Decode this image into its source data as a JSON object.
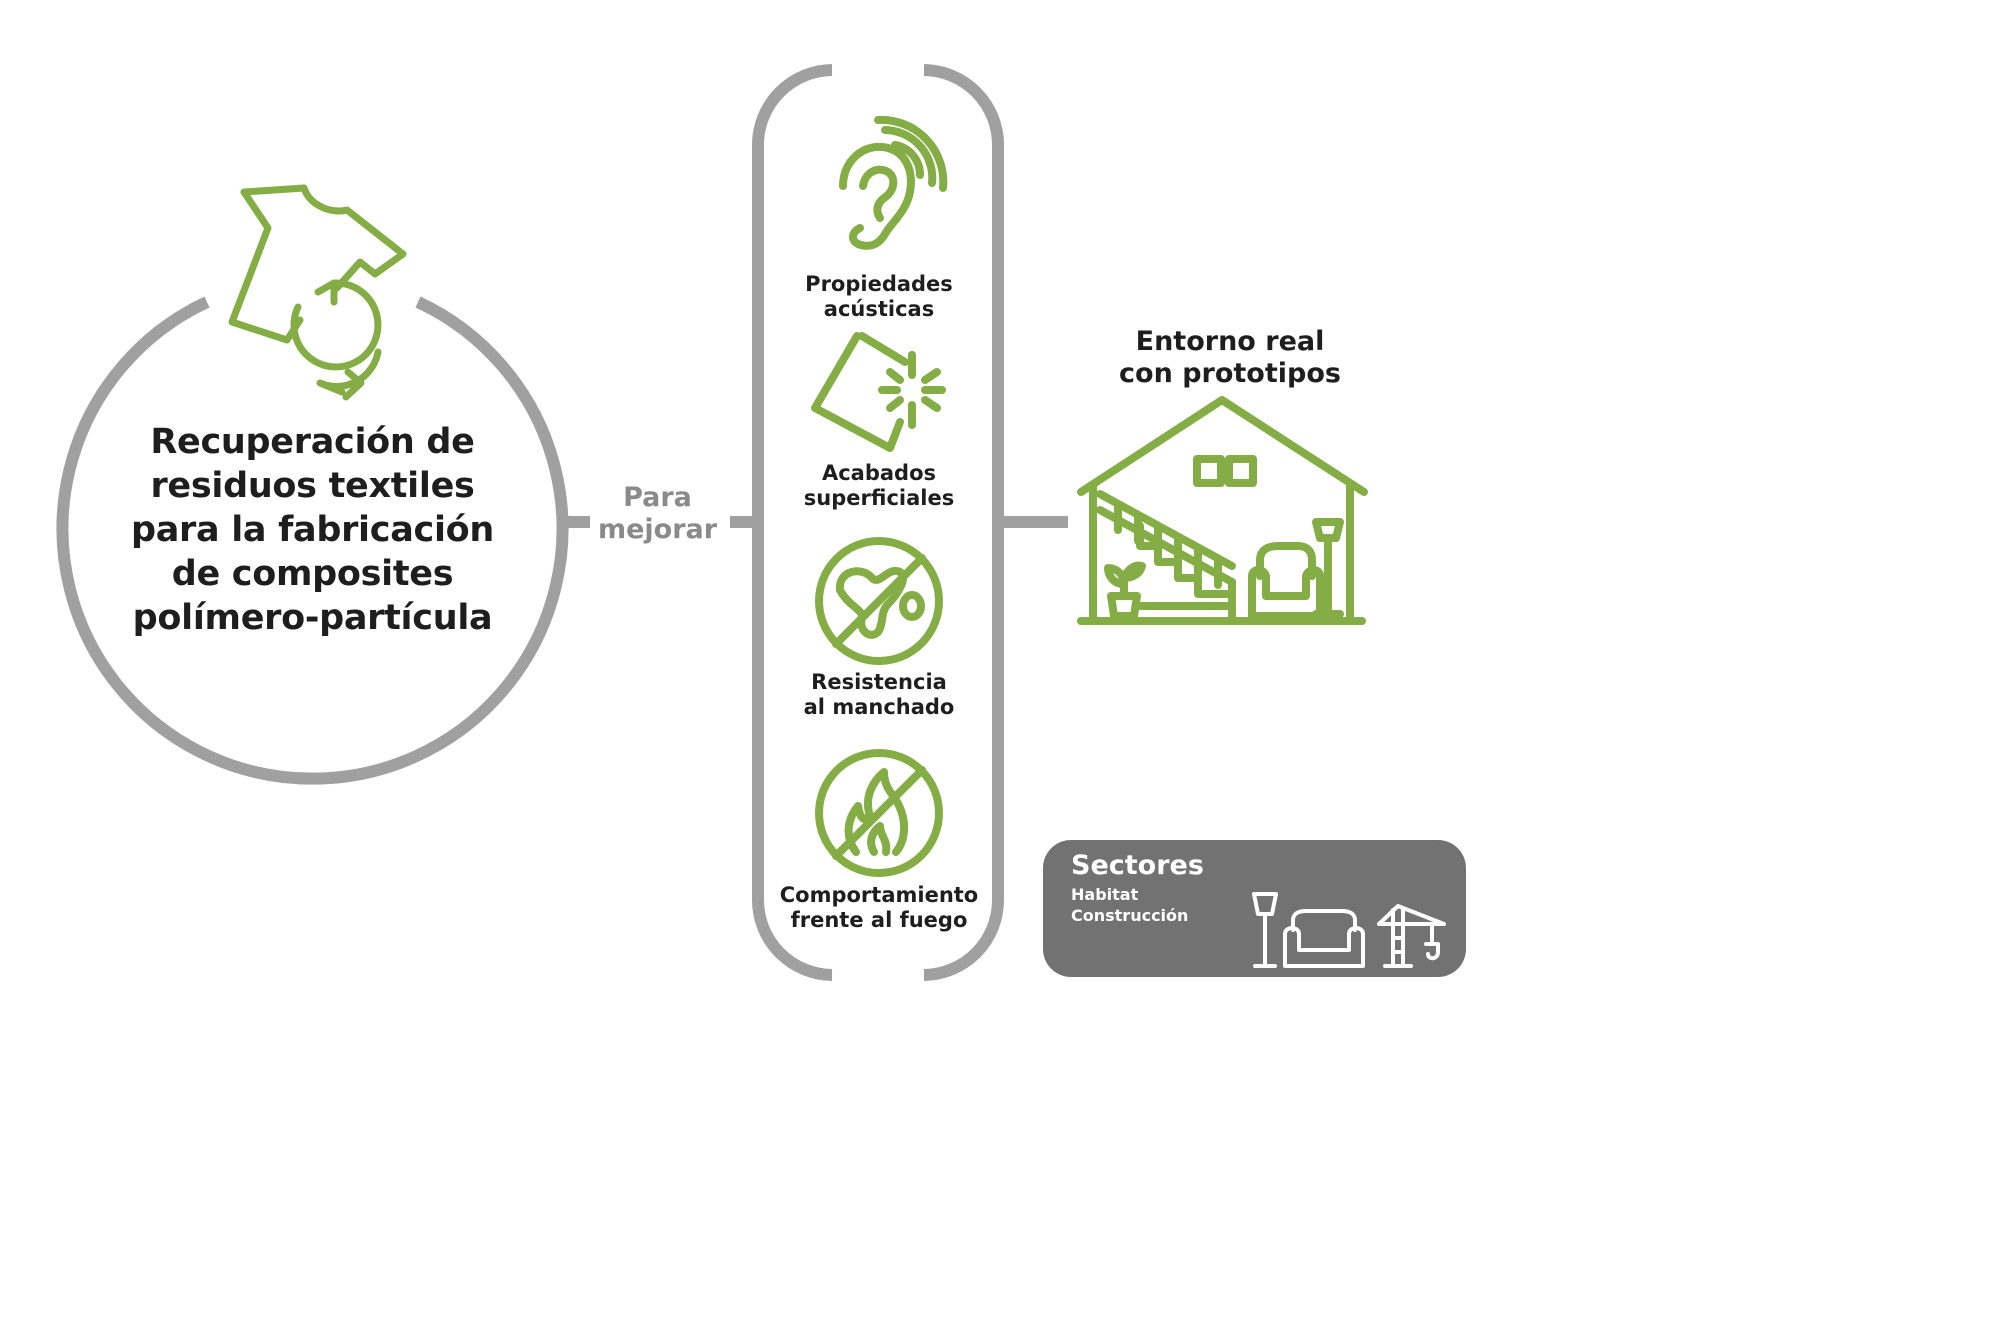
{
  "main": {
    "title": "Recuperación de\nresiduos textiles\npara la fabricación\nde composites\npolímero-partícula"
  },
  "connector": {
    "label": "Para\nmejorar"
  },
  "properties": [
    {
      "label": "Propiedades\nacústicas",
      "icon": "ear-sound-icon"
    },
    {
      "label": "Acabados\nsuperficiales",
      "icon": "surface-finish-icon"
    },
    {
      "label": "Resistencia\nal manchado",
      "icon": "no-stain-icon"
    },
    {
      "label": "Comportamiento\nfrente al fuego",
      "icon": "no-fire-icon"
    }
  ],
  "result": {
    "label": "Entorno real\ncon prototipos",
    "icon": "house-interior-icon"
  },
  "sectors": {
    "title": "Sectores",
    "items": [
      "Habitat",
      "Construcción"
    ],
    "icons": [
      "floor-lamp-icon",
      "armchair-icon",
      "crane-icon"
    ]
  },
  "colors": {
    "green": "#84ad45",
    "gray": "#a0a0a0",
    "dark_text": "#1e1e1e",
    "sectors_bg": "#727272",
    "white": "#ffffff"
  }
}
